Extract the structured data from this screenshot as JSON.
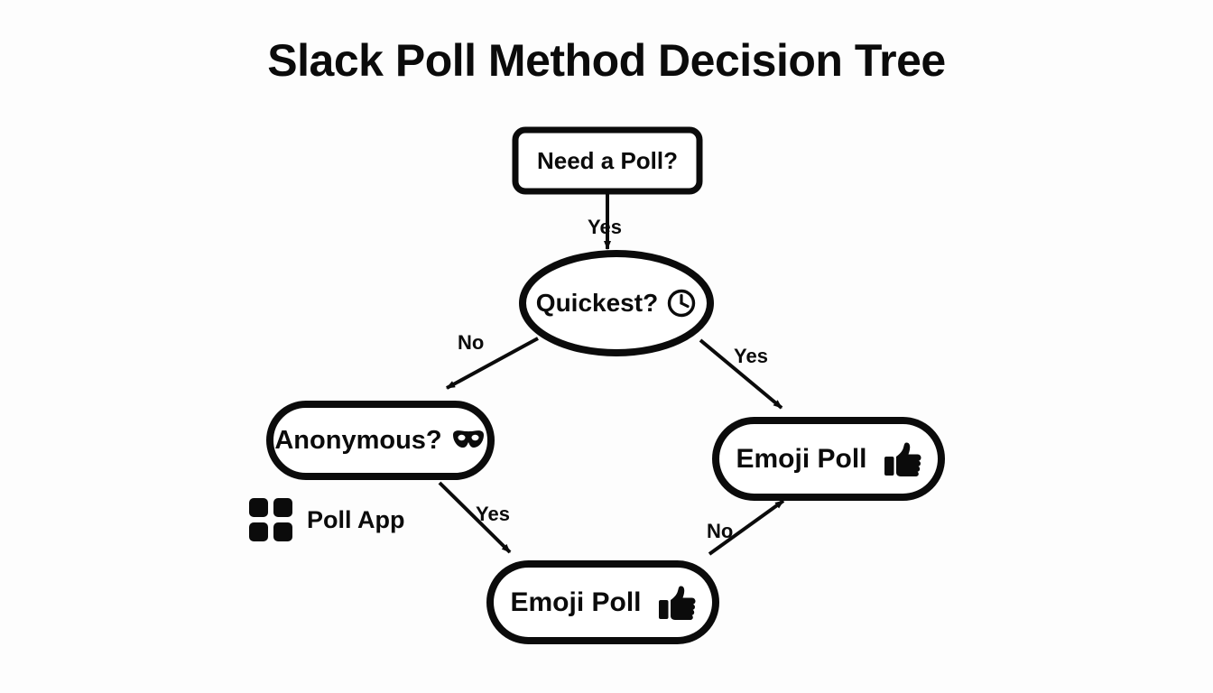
{
  "page": {
    "title": "Slack Poll Method Decision Tree",
    "background_color": "#fdfdfd",
    "ink_color": "#0b0b0b"
  },
  "diagram": {
    "type": "decision-tree",
    "nodes": [
      {
        "id": "need-a-poll",
        "label": "Need a Poll?",
        "shape": "rounded-rectangle",
        "icon": "",
        "icon_name": "none"
      },
      {
        "id": "quickest",
        "label": "Quickest?",
        "shape": "ellipse",
        "icon": "🕐",
        "icon_name": "clock-icon"
      },
      {
        "id": "anonymous",
        "label": "Anonymous?",
        "shape": "pill",
        "icon": "🎭",
        "icon_name": "mask-icon"
      },
      {
        "id": "emoji-poll-right",
        "label": "Emoji Poll",
        "shape": "pill",
        "icon": "👍",
        "icon_name": "thumbs-up-icon"
      },
      {
        "id": "emoji-poll-bottom",
        "label": "Emoji Poll",
        "shape": "pill",
        "icon": "👍",
        "icon_name": "thumbs-up-icon"
      }
    ],
    "edges": [
      {
        "id": "need-to-quickest",
        "from": "need-a-poll",
        "to": "quickest",
        "label": "Yes"
      },
      {
        "id": "quickest-to-anonymous",
        "from": "quickest",
        "to": "anonymous",
        "label": "No"
      },
      {
        "id": "quickest-to-emoji-right",
        "from": "quickest",
        "to": "emoji-poll-right",
        "label": "Yes"
      },
      {
        "id": "anonymous-to-emoji-bottom",
        "from": "anonymous",
        "to": "emoji-poll-bottom",
        "label": "Yes"
      },
      {
        "id": "emoji-bottom-to-emoji-right",
        "from": "emoji-poll-bottom",
        "to": "emoji-poll-right",
        "label": "No"
      }
    ],
    "legend": {
      "icon_name": "grid-app-icon",
      "label": "Poll App"
    }
  }
}
